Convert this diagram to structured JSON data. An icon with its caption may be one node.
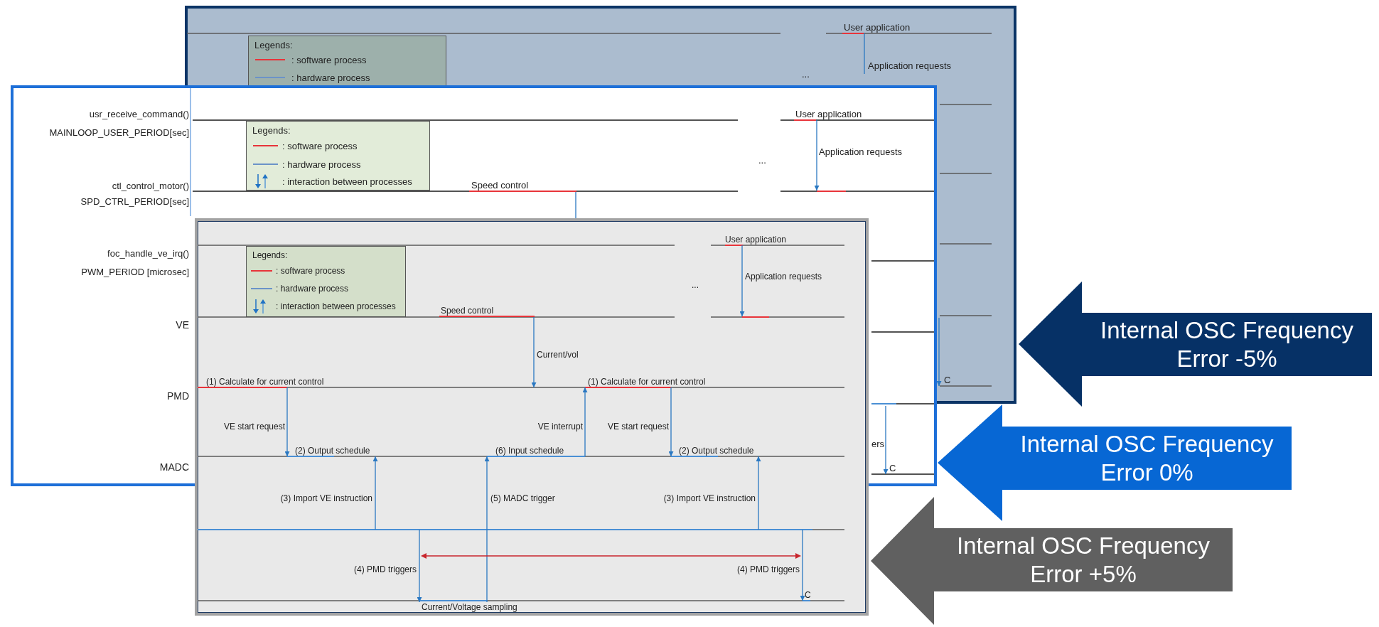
{
  "diagram": {
    "nodes": [
      {
        "text": [
          "Legends:",
          ": software process",
          ": hardware process"
        ]
      },
      {
        "text": [
          "User application"
        ]
      },
      {
        "text": [
          "C"
        ]
      },
      {
        "text": [
          "Legends:",
          ": software process",
          ": hardware process",
          ": interaction between processes"
        ]
      },
      {
        "text": [
          "Speed control"
        ]
      },
      {
        "text": [
          "User application"
        ]
      },
      {
        "text": [],
        "shape": "bar"
      },
      {
        "text": [
          "C"
        ]
      },
      {
        "text": [],
        "shape": "box"
      },
      {
        "text": [
          "Legends:",
          ": software process",
          ": hardware process",
          ": interaction between processes"
        ],
        "in": 8
      },
      {
        "text": [
          "User application"
        ],
        "in": 8
      },
      {
        "text": [],
        "shape": "bar",
        "in": 8
      },
      {
        "text": [
          "Speed control"
        ],
        "in": 8
      },
      {
        "text": [
          "(1) Calculate for current control"
        ],
        "in": 8
      },
      {
        "text": [
          "(1) Calculate for current control"
        ],
        "in": 8
      },
      {
        "text": [
          "(2) Output schedule"
        ],
        "in": 8
      },
      {
        "text": [
          "(6) Input schedule"
        ],
        "in": 8
      },
      {
        "text": [
          "(2) Output schedule"
        ],
        "in": 8
      },
      {
        "text": [
          "Current/Voltage sampling"
        ],
        "in": 8
      },
      {
        "text": [
          "C"
        ],
        "in": 8
      },
      {
        "text": [
          "Internal OSC Frequency",
          "Error -5%"
        ]
      },
      {
        "text": [
          "Internal OSC Frequency",
          "Error 0%"
        ]
      },
      {
        "text": [
          "Internal OSC Frequency",
          "Error +5%"
        ]
      }
    ],
    "edges": [
      {
        "from": 1,
        "to": null,
        "arrow": "none",
        "label": "Application requests"
      },
      {
        "from": null,
        "to": 2,
        "arrow": "to"
      },
      {
        "from": 5,
        "to": 6,
        "arrow": "to",
        "label": "Application requests"
      },
      {
        "from": 4,
        "to": 8,
        "arrow": "none"
      },
      {
        "from": null,
        "to": 7,
        "arrow": "to"
      },
      {
        "from": 10,
        "to": 11,
        "arrow": "to",
        "label": "Application requests"
      },
      {
        "from": 12,
        "to": null,
        "arrow": "to",
        "label": "Current/vol"
      },
      {
        "from": 13,
        "to": 15,
        "arrow": "to",
        "label": "VE start request"
      },
      {
        "from": 16,
        "to": 14,
        "arrow": "to",
        "label": "VE interrupt"
      },
      {
        "from": 14,
        "to": 17,
        "arrow": "to",
        "label": "VE start request"
      },
      {
        "from": null,
        "to": 15,
        "arrow": "to",
        "label": "(3) Import VE instruction"
      },
      {
        "from": 18,
        "to": 16,
        "arrow": "to",
        "label": "(5) MADC trigger"
      },
      {
        "from": null,
        "to": 17,
        "arrow": "to",
        "label": "(3) Import VE instruction"
      },
      {
        "from": null,
        "to": 18,
        "arrow": "to",
        "label": "(4) PMD triggers"
      },
      {
        "from": null,
        "to": 19,
        "arrow": "to",
        "label": "(4) PMD triggers"
      }
    ],
    "labels": [
      "...",
      "usr_receive_command()",
      "MAINLOOP_USER_PERIOD[sec]",
      "ctl_control_motor()",
      "SPD_CTRL_PERIOD[sec]",
      "foc_handle_ve_irq()",
      "PWM_PERIOD [microsec]",
      "VE",
      "PMD",
      "MADC",
      "...",
      "ers",
      "..."
    ]
  }
}
